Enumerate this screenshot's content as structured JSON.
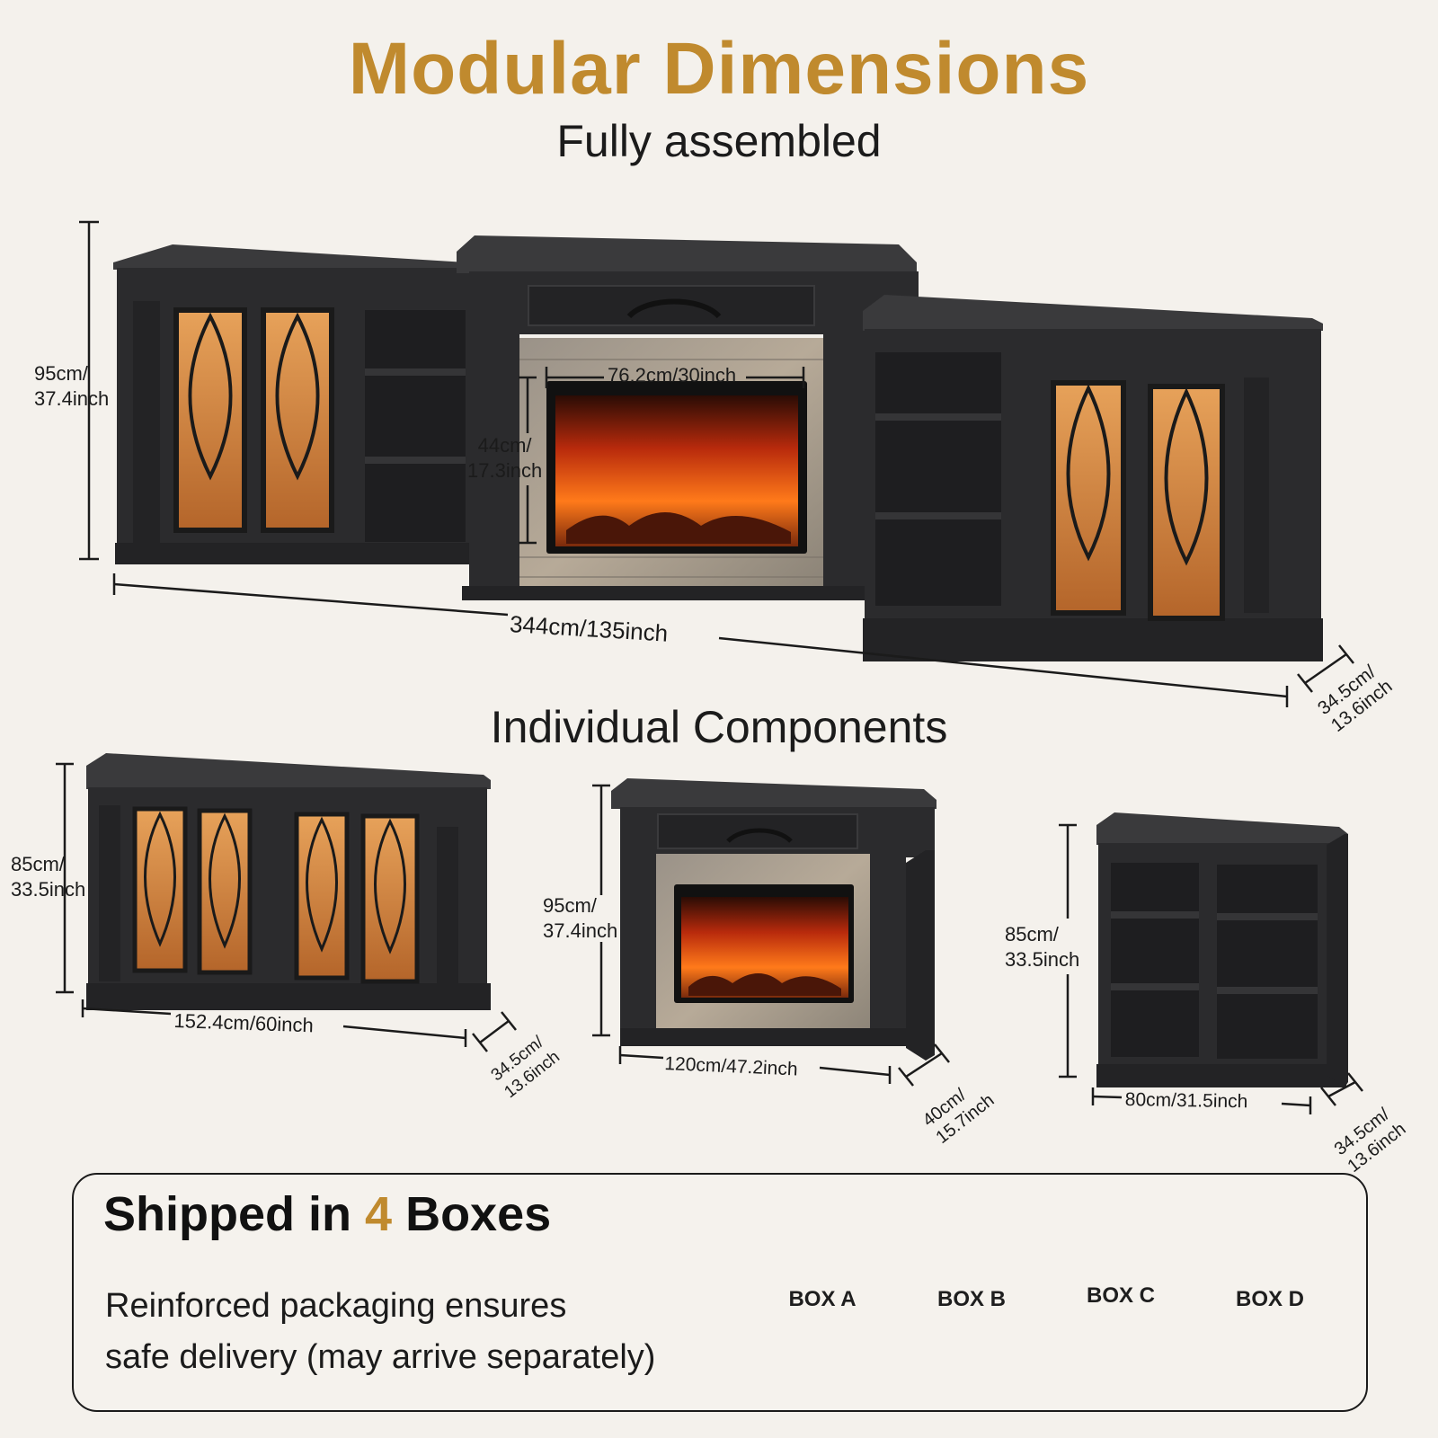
{
  "header": {
    "title": "Modular Dimensions",
    "subtitle": "Fully assembled"
  },
  "assembled": {
    "height": {
      "line1": "95cm/",
      "line2": "37.4inch"
    },
    "width": "344cm/135inch",
    "depth": {
      "line1": "34.5cm/",
      "line2": "13.6inch"
    },
    "firebox_width": "76.2cm/30inch",
    "firebox_height": {
      "line1": "44cm/",
      "line2": "17.3inch"
    }
  },
  "components": {
    "heading": "Individual Components",
    "cabinet": {
      "height": {
        "line1": "85cm/",
        "line2": "33.5inch"
      },
      "width": "152.4cm/60inch",
      "depth": {
        "line1": "34.5cm/",
        "line2": "13.6inch"
      }
    },
    "fireplace": {
      "height": {
        "line1": "95cm/",
        "line2": "37.4inch"
      },
      "width": "120cm/47.2inch",
      "depth": {
        "line1": "40cm/",
        "line2": "15.7inch"
      }
    },
    "bookcase": {
      "height": {
        "line1": "85cm/",
        "line2": "33.5inch"
      },
      "width": "80cm/31.5inch",
      "depth": {
        "line1": "34.5cm/",
        "line2": "13.6inch"
      }
    }
  },
  "shipping": {
    "title_prefix": "Shipped in",
    "count": "4",
    "title_suffix": "Boxes",
    "desc_line1": "Reinforced packaging ensures",
    "desc_line2": "safe delivery (may arrive separately)",
    "boxes": [
      "BOX A",
      "BOX B",
      "BOX C",
      "BOX D"
    ]
  },
  "colors": {
    "background": "#f4f1ec",
    "accent": "#c08a2e",
    "furniture": "#2b2b2d",
    "cardboard": "#d2ad7d"
  }
}
